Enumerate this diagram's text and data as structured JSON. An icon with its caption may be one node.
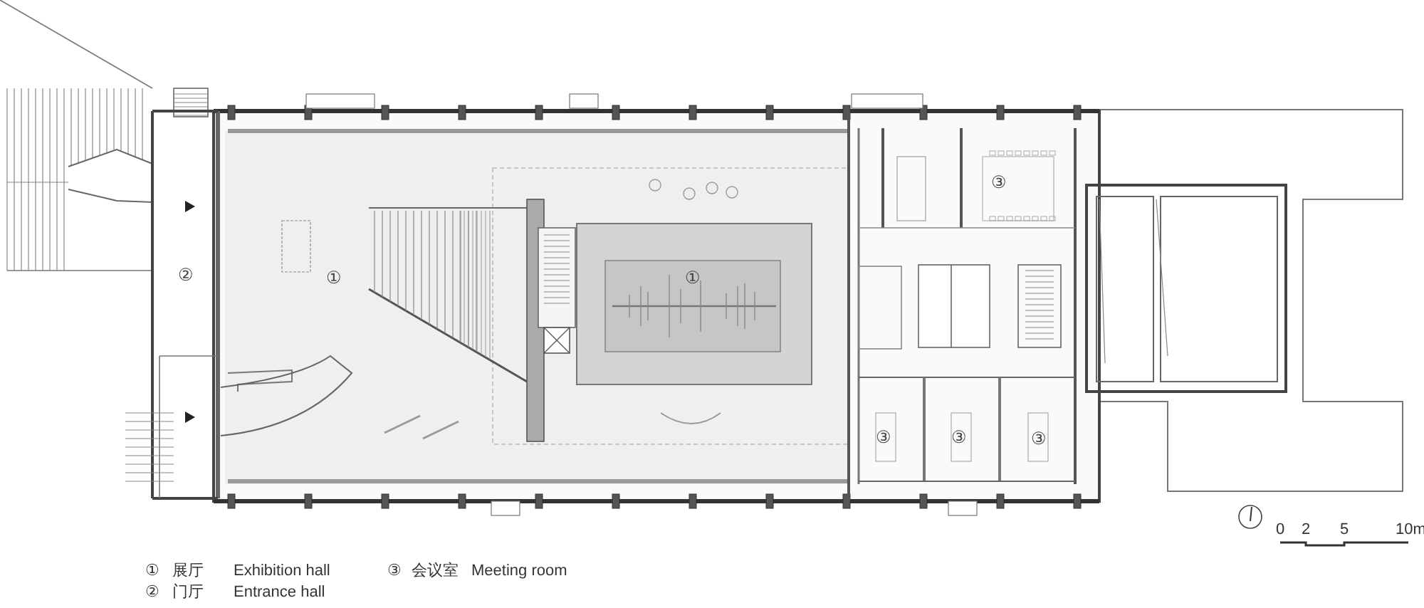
{
  "diagram": {
    "labels": [
      "③",
      "②",
      "①",
      "①",
      "③",
      "③",
      "③",
      "0",
      "2",
      "5",
      "10m",
      "①",
      "展厅",
      "Exhibition hall",
      "③",
      "会议室",
      "Meeting room",
      "②",
      "门厅",
      "Entrance hall"
    ]
  }
}
